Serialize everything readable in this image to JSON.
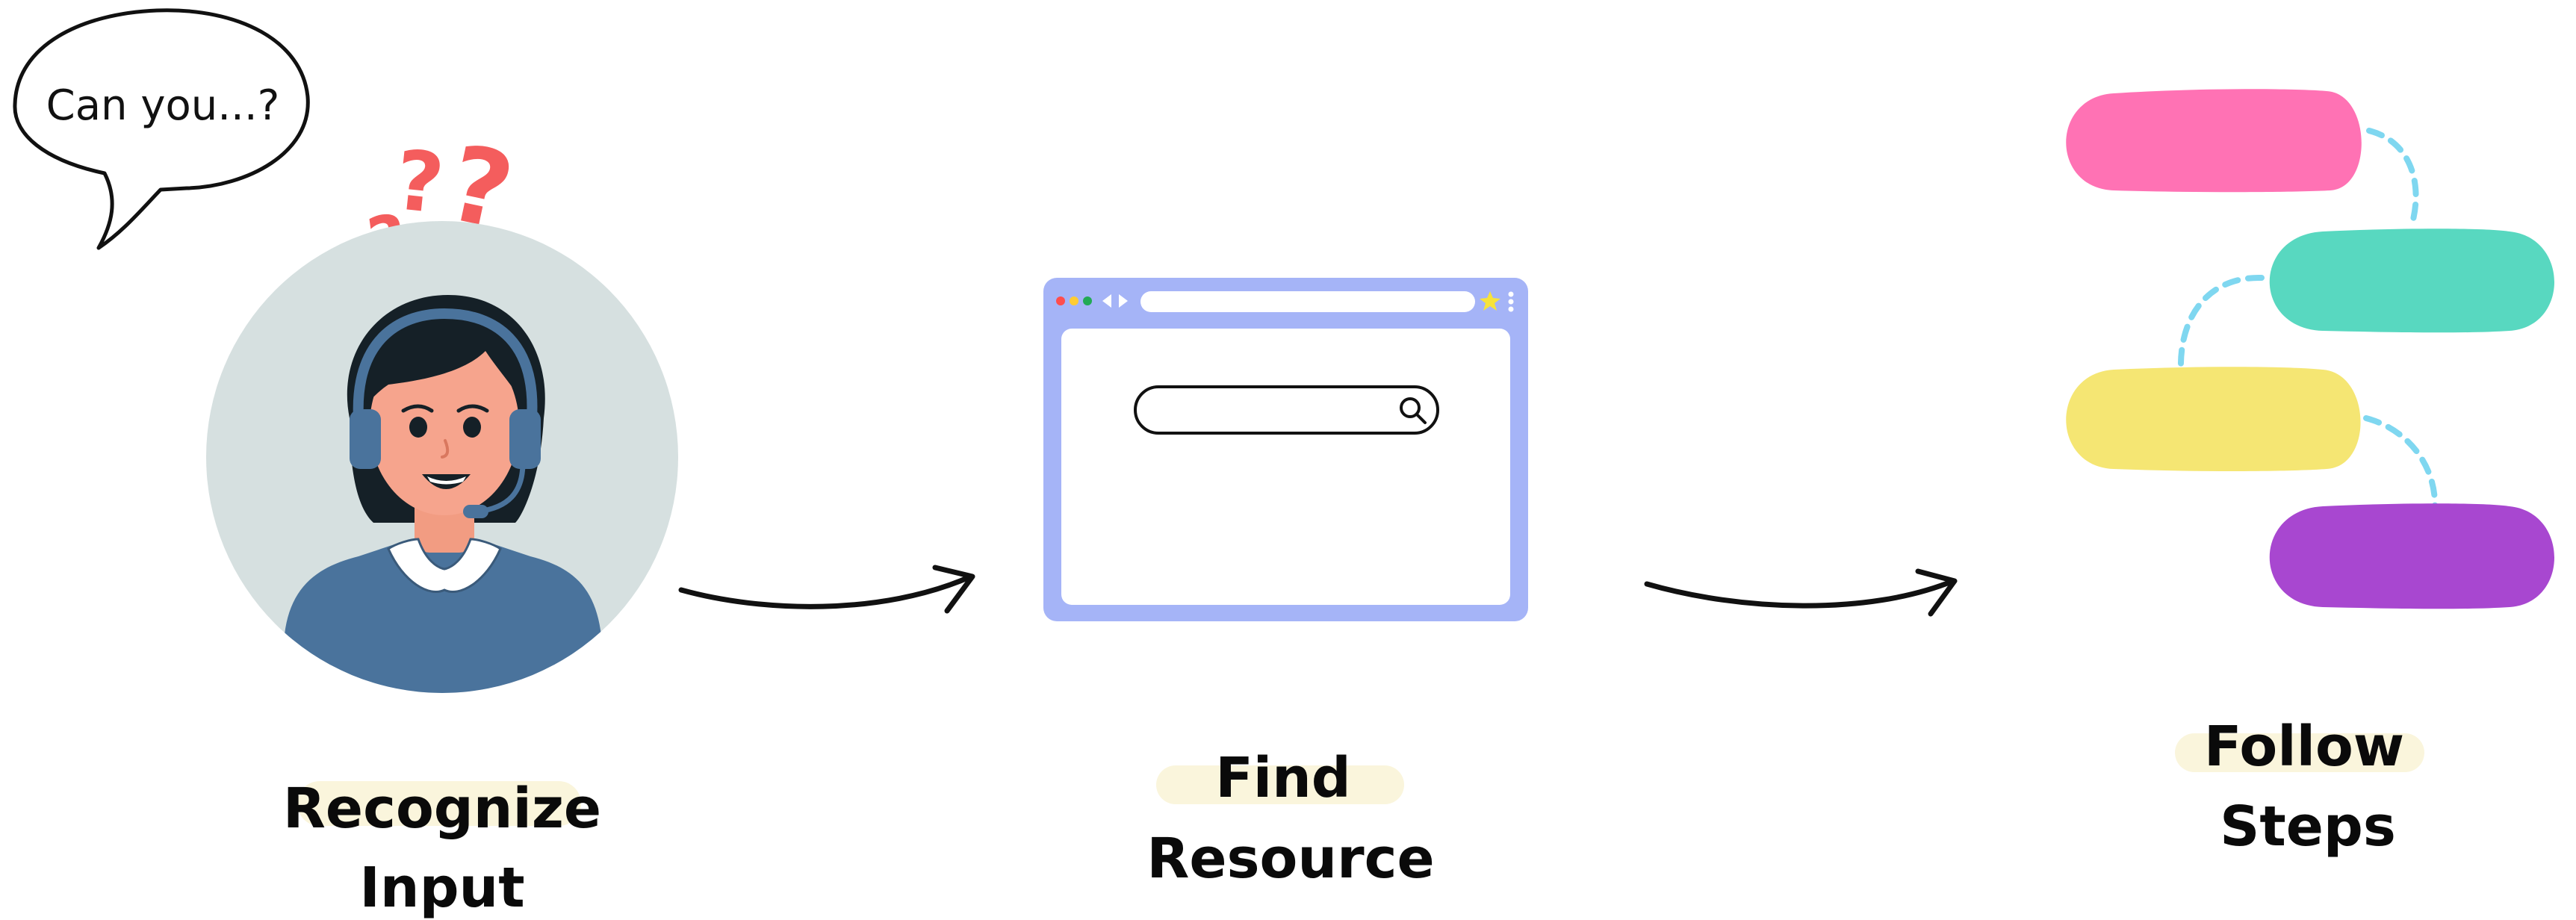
{
  "bubble": {
    "text": "Can you...?"
  },
  "steps": [
    {
      "line1": "Recognize",
      "line2": "Input"
    },
    {
      "line1": "Find",
      "line2": "Resource"
    },
    {
      "line1": "Follow",
      "line2": "Steps"
    }
  ],
  "question_marks": [
    "?",
    "?",
    "?"
  ],
  "colors": {
    "background": "#ffffff",
    "label_highlight": "#faf5dc",
    "question_mark": "#f45d5d",
    "avatar_circle": "#d6e0e0",
    "browser_frame": "#a5b4f7",
    "pill_pink": "#ff72b4",
    "pill_teal": "#58d8c0",
    "pill_yellow": "#f5e673",
    "pill_purple": "#a847d0",
    "connector": "#7fd7f0"
  },
  "icons": [
    "speech-bubble-icon",
    "person-headset-icon",
    "browser-window-icon",
    "search-icon",
    "star-icon",
    "arrow-right-icon"
  ]
}
